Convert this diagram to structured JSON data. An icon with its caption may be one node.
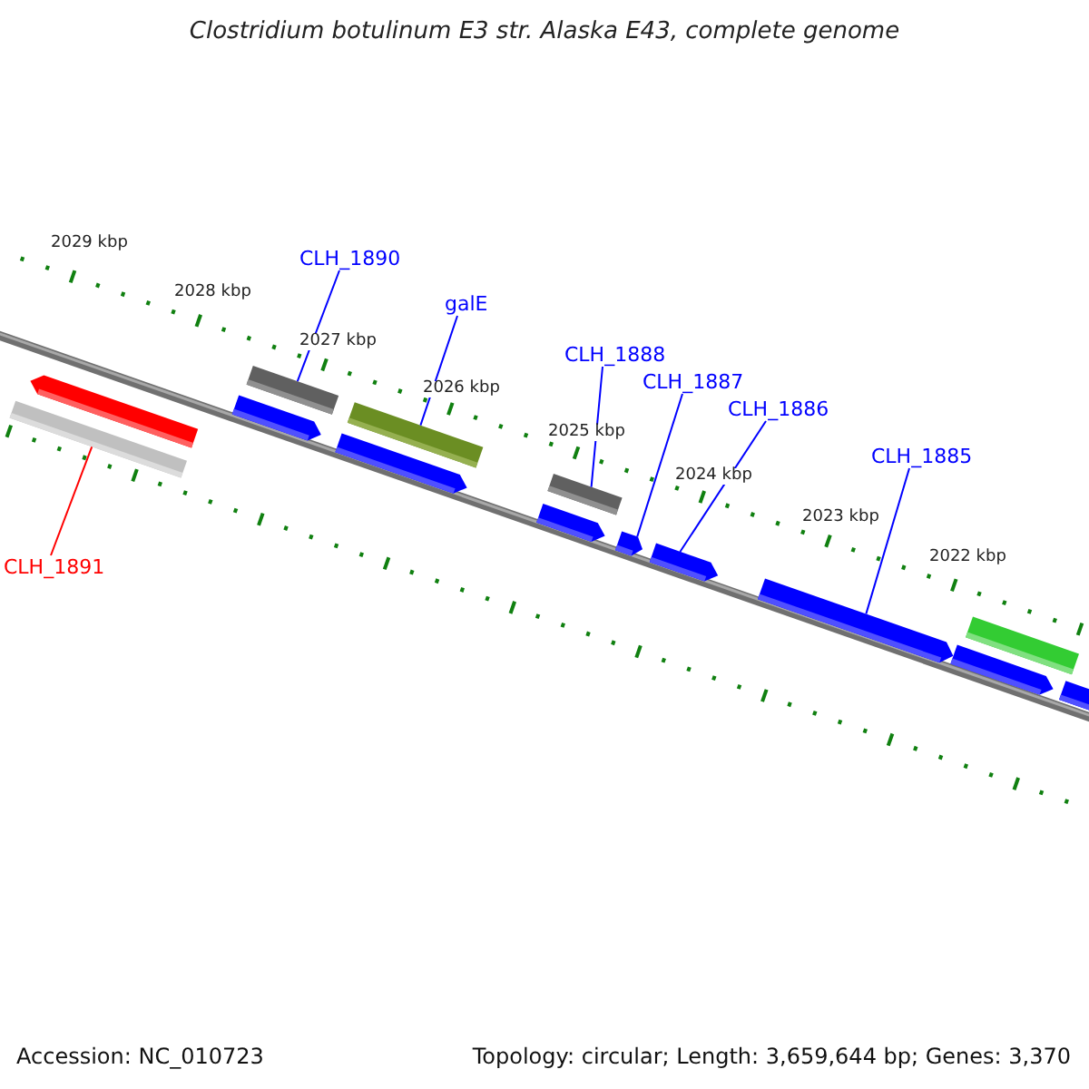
{
  "diagram": {
    "title": "Clostridium botulinum E3 str. Alaska E43, complete genome",
    "nodes": [
      {
        "text": [
          "CLH_1890"
        ]
      },
      {
        "text": [
          "galE"
        ]
      },
      {
        "text": [
          "CLH_1888"
        ]
      },
      {
        "text": [
          "CLH_1887"
        ]
      },
      {
        "text": [
          "CLH_1886"
        ]
      },
      {
        "text": [
          "CLH_1885"
        ]
      },
      {
        "text": [
          "CLH_1891"
        ]
      },
      {
        "text": [],
        "shape": "bar"
      },
      {
        "text": [],
        "shape": "arrow"
      },
      {
        "text": [],
        "shape": "arrow"
      },
      {
        "text": [],
        "shape": "bar"
      },
      {
        "text": [],
        "shape": "arrow"
      },
      {
        "text": [],
        "shape": "bar"
      },
      {
        "text": [],
        "shape": "arrow"
      },
      {
        "text": [],
        "shape": "bar"
      },
      {
        "text": [],
        "shape": "arrow"
      },
      {
        "text": [],
        "shape": "arrow"
      },
      {
        "text": [],
        "shape": "arrow"
      },
      {
        "text": [],
        "shape": "arrow"
      },
      {
        "text": [],
        "shape": "bar"
      },
      {
        "text": [],
        "shape": "arrow"
      }
    ],
    "edges": [
      {
        "from": 0,
        "to": 10,
        "arrow": "none"
      },
      {
        "from": 1,
        "to": 12,
        "arrow": "none"
      },
      {
        "from": 2,
        "to": 14,
        "arrow": "none"
      },
      {
        "from": 3,
        "to": 15,
        "arrow": "none"
      },
      {
        "from": 4,
        "to": 16,
        "arrow": "none"
      },
      {
        "from": 5,
        "to": 17,
        "arrow": "none"
      },
      {
        "from": 6,
        "to": 7,
        "arrow": "none",
        "color": "#ff0000"
      }
    ],
    "labels": [
      "2029 kbp",
      "2028 kbp",
      "2027 kbp",
      "2026 kbp",
      "2025 kbp",
      "2024 kbp",
      "2023 kbp",
      "2022 kbp",
      "Accession: NC_010723",
      "Topology: circular; Length: 3,659,644 bp; Genes: 3,370"
    ]
  }
}
